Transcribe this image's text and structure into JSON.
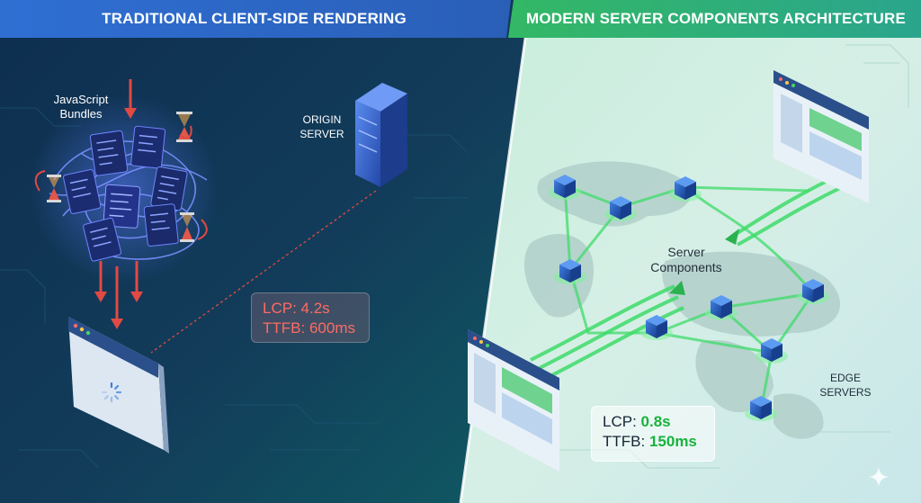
{
  "left_panel": {
    "title": "TRADITIONAL CLIENT-SIDE RENDERING",
    "bundles_label": "JavaScript\nBundles",
    "server_label_line1": "ORIGIN",
    "server_label_line2": "SERVER",
    "metrics": {
      "lcp_label": "LCP: ",
      "lcp_value": "4.2s",
      "ttfb_label": "TTFB: ",
      "ttfb_value": "600ms"
    }
  },
  "right_panel": {
    "title": "MODERN SERVER COMPONENTS ARCHITECTURE",
    "center_label_line1": "Server",
    "center_label_line2": "Components",
    "edge_label_line1": "EDGE",
    "edge_label_line2": "SERVERS",
    "metrics": {
      "lcp_label": "LCP: ",
      "lcp_value": "0.8s",
      "ttfb_label": "TTFB: ",
      "ttfb_value": "150ms"
    }
  },
  "icons": [
    "hourglass-icon",
    "server-icon",
    "browser-window-icon",
    "loading-spinner-icon",
    "edge-node-icon",
    "sparkle-icon"
  ],
  "colors": {
    "left_bg": "#0f2c49",
    "right_bg": "#cfeadf",
    "lcp_bad": "#ff6b63",
    "lcp_good": "#18b23c",
    "arrow_red": "#e04a43",
    "link_green": "#3fdc6a"
  }
}
